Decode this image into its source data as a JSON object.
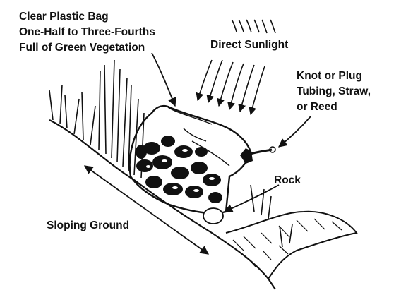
{
  "labels": {
    "bag": [
      "Clear Plastic Bag",
      "One-Half to Three-Fourths",
      "Full of Green Vegetation"
    ],
    "sunlight": "Direct Sunlight",
    "knot": [
      "Knot or Plug",
      "Tubing, Straw,",
      "or Reed"
    ],
    "rock": "Rock",
    "ground": "Sloping Ground"
  },
  "colors": {
    "ink": "#111111",
    "paper": "#ffffff"
  }
}
